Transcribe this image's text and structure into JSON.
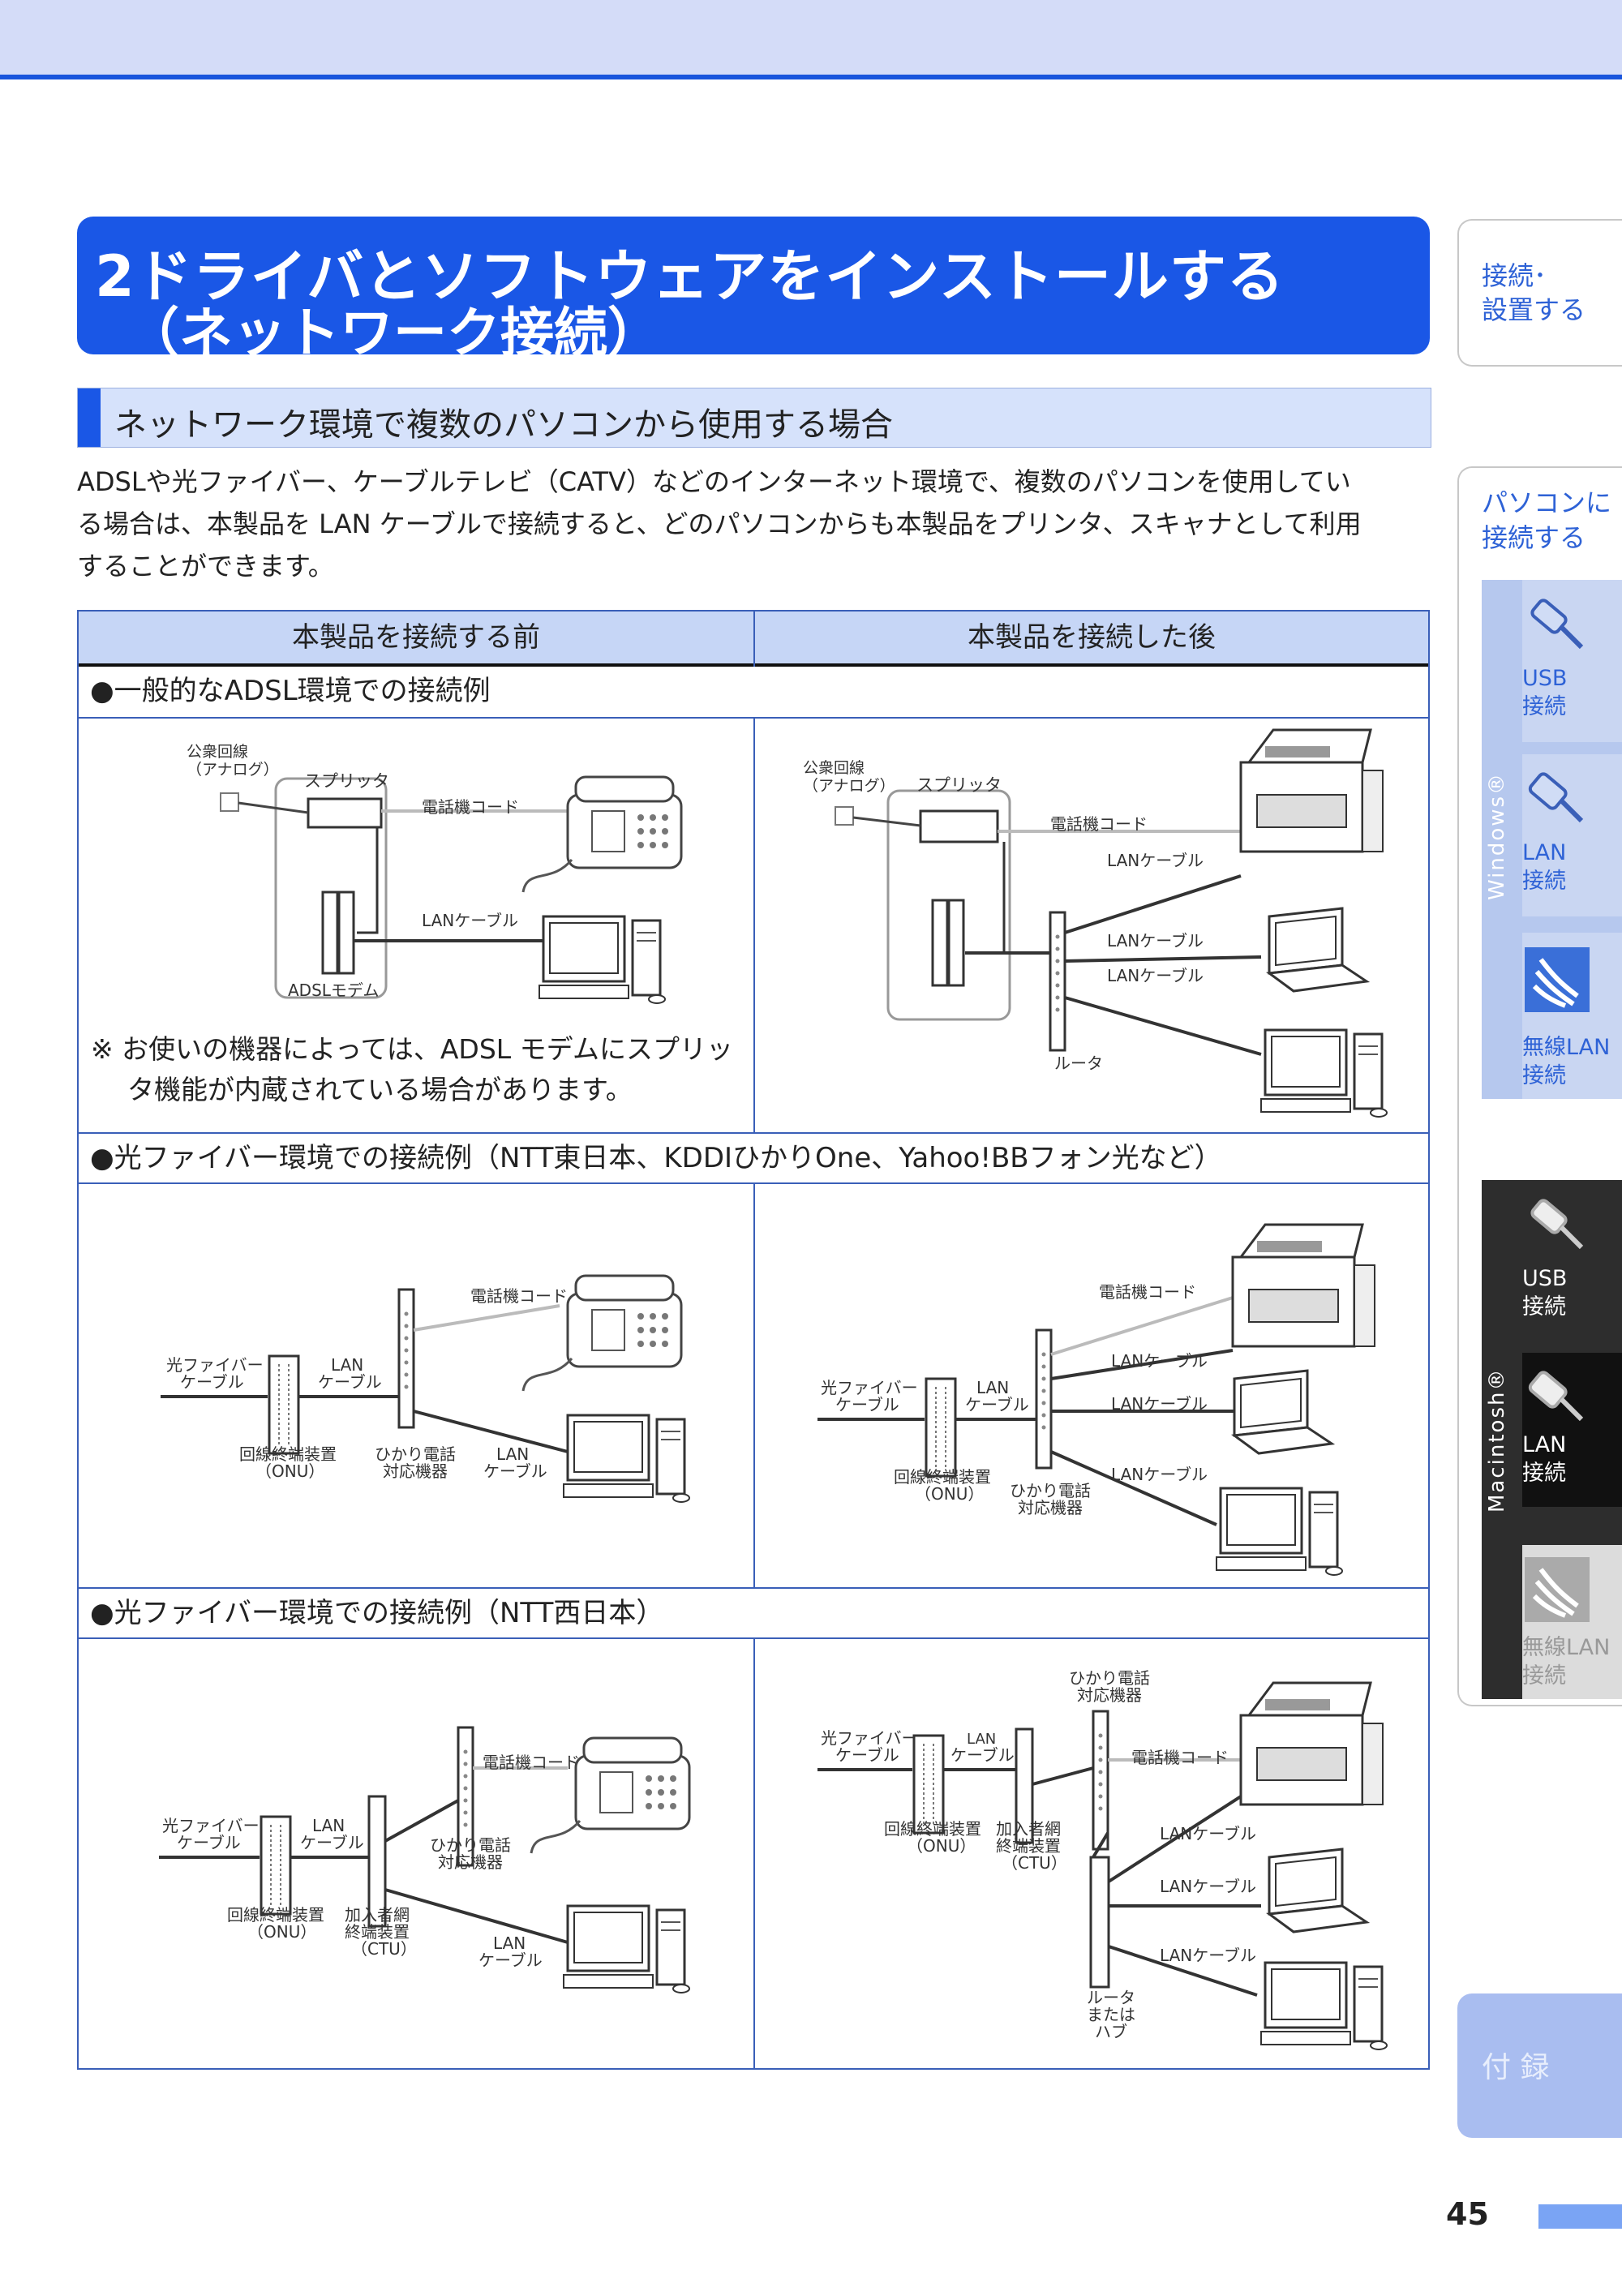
{
  "chapter": {
    "line1": "2ドライバとソフトウェアをインストールする",
    "line2": "（ネットワーク接続）"
  },
  "section_title": "ネットワーク環境で複数のパソコンから使用する場合",
  "intro": [
    "ADSLや光ファイバー、ケーブルテレビ（CATV）などのインターネット環境で、複数のパソコンを使用してい",
    "る場合は、本製品を LAN ケーブルで接続すると、どのパソコンからも本製品をプリンタ、スキャナとして利用",
    "することができます。"
  ],
  "table": {
    "col_before": "本製品を接続する前",
    "col_after": "本製品を接続した後",
    "row1": "●一般的なADSL環境での接続例",
    "row2": "●光ファイバー環境での接続例（NTT東日本、KDDIひかりOne、Yahoo!BBフォン光など）",
    "row3": "●光ファイバー環境での接続例（NTT西日本）",
    "note_line1": "※ お使いの機器によっては、ADSL モデムにスプリッ",
    "note_line2": "タ機能が内蔵されている場合があります。"
  },
  "labels": {
    "public_line1": "公衆回線",
    "public_line2": "（アナログ）",
    "splitter": "スプリッタ",
    "phone_cord": "電話機コード",
    "lan_cable": "LANケーブル",
    "adsl_modem": "ADSLモデム",
    "router": "ルータ",
    "fiber1": "光ファイバー",
    "fiber2": "ケーブル",
    "lan": "LAN",
    "cable": "ケーブル",
    "onu1": "回線終端装置",
    "onu2": "（ONU）",
    "hikari1": "ひかり電話",
    "hikari2": "対応機器",
    "ctu1": "加入者網",
    "ctu2": "終端装置",
    "ctu3": "（CTU）",
    "rh1": "ルータ",
    "rh2": "または",
    "rh3": "ハブ"
  },
  "sidebar": {
    "tab1_l1": "接続･",
    "tab1_l2": "設置する",
    "tab2_l1": "パソコンに",
    "tab2_l2": "接続する",
    "windows": "Windows®",
    "mac": "Macintosh®",
    "usb1": "USB",
    "usb2": "接続",
    "lan1": "LAN",
    "lan2": "接続",
    "wl1": "無線LAN",
    "wl2": "接続",
    "appendix": "付 録"
  },
  "page_number": "45"
}
